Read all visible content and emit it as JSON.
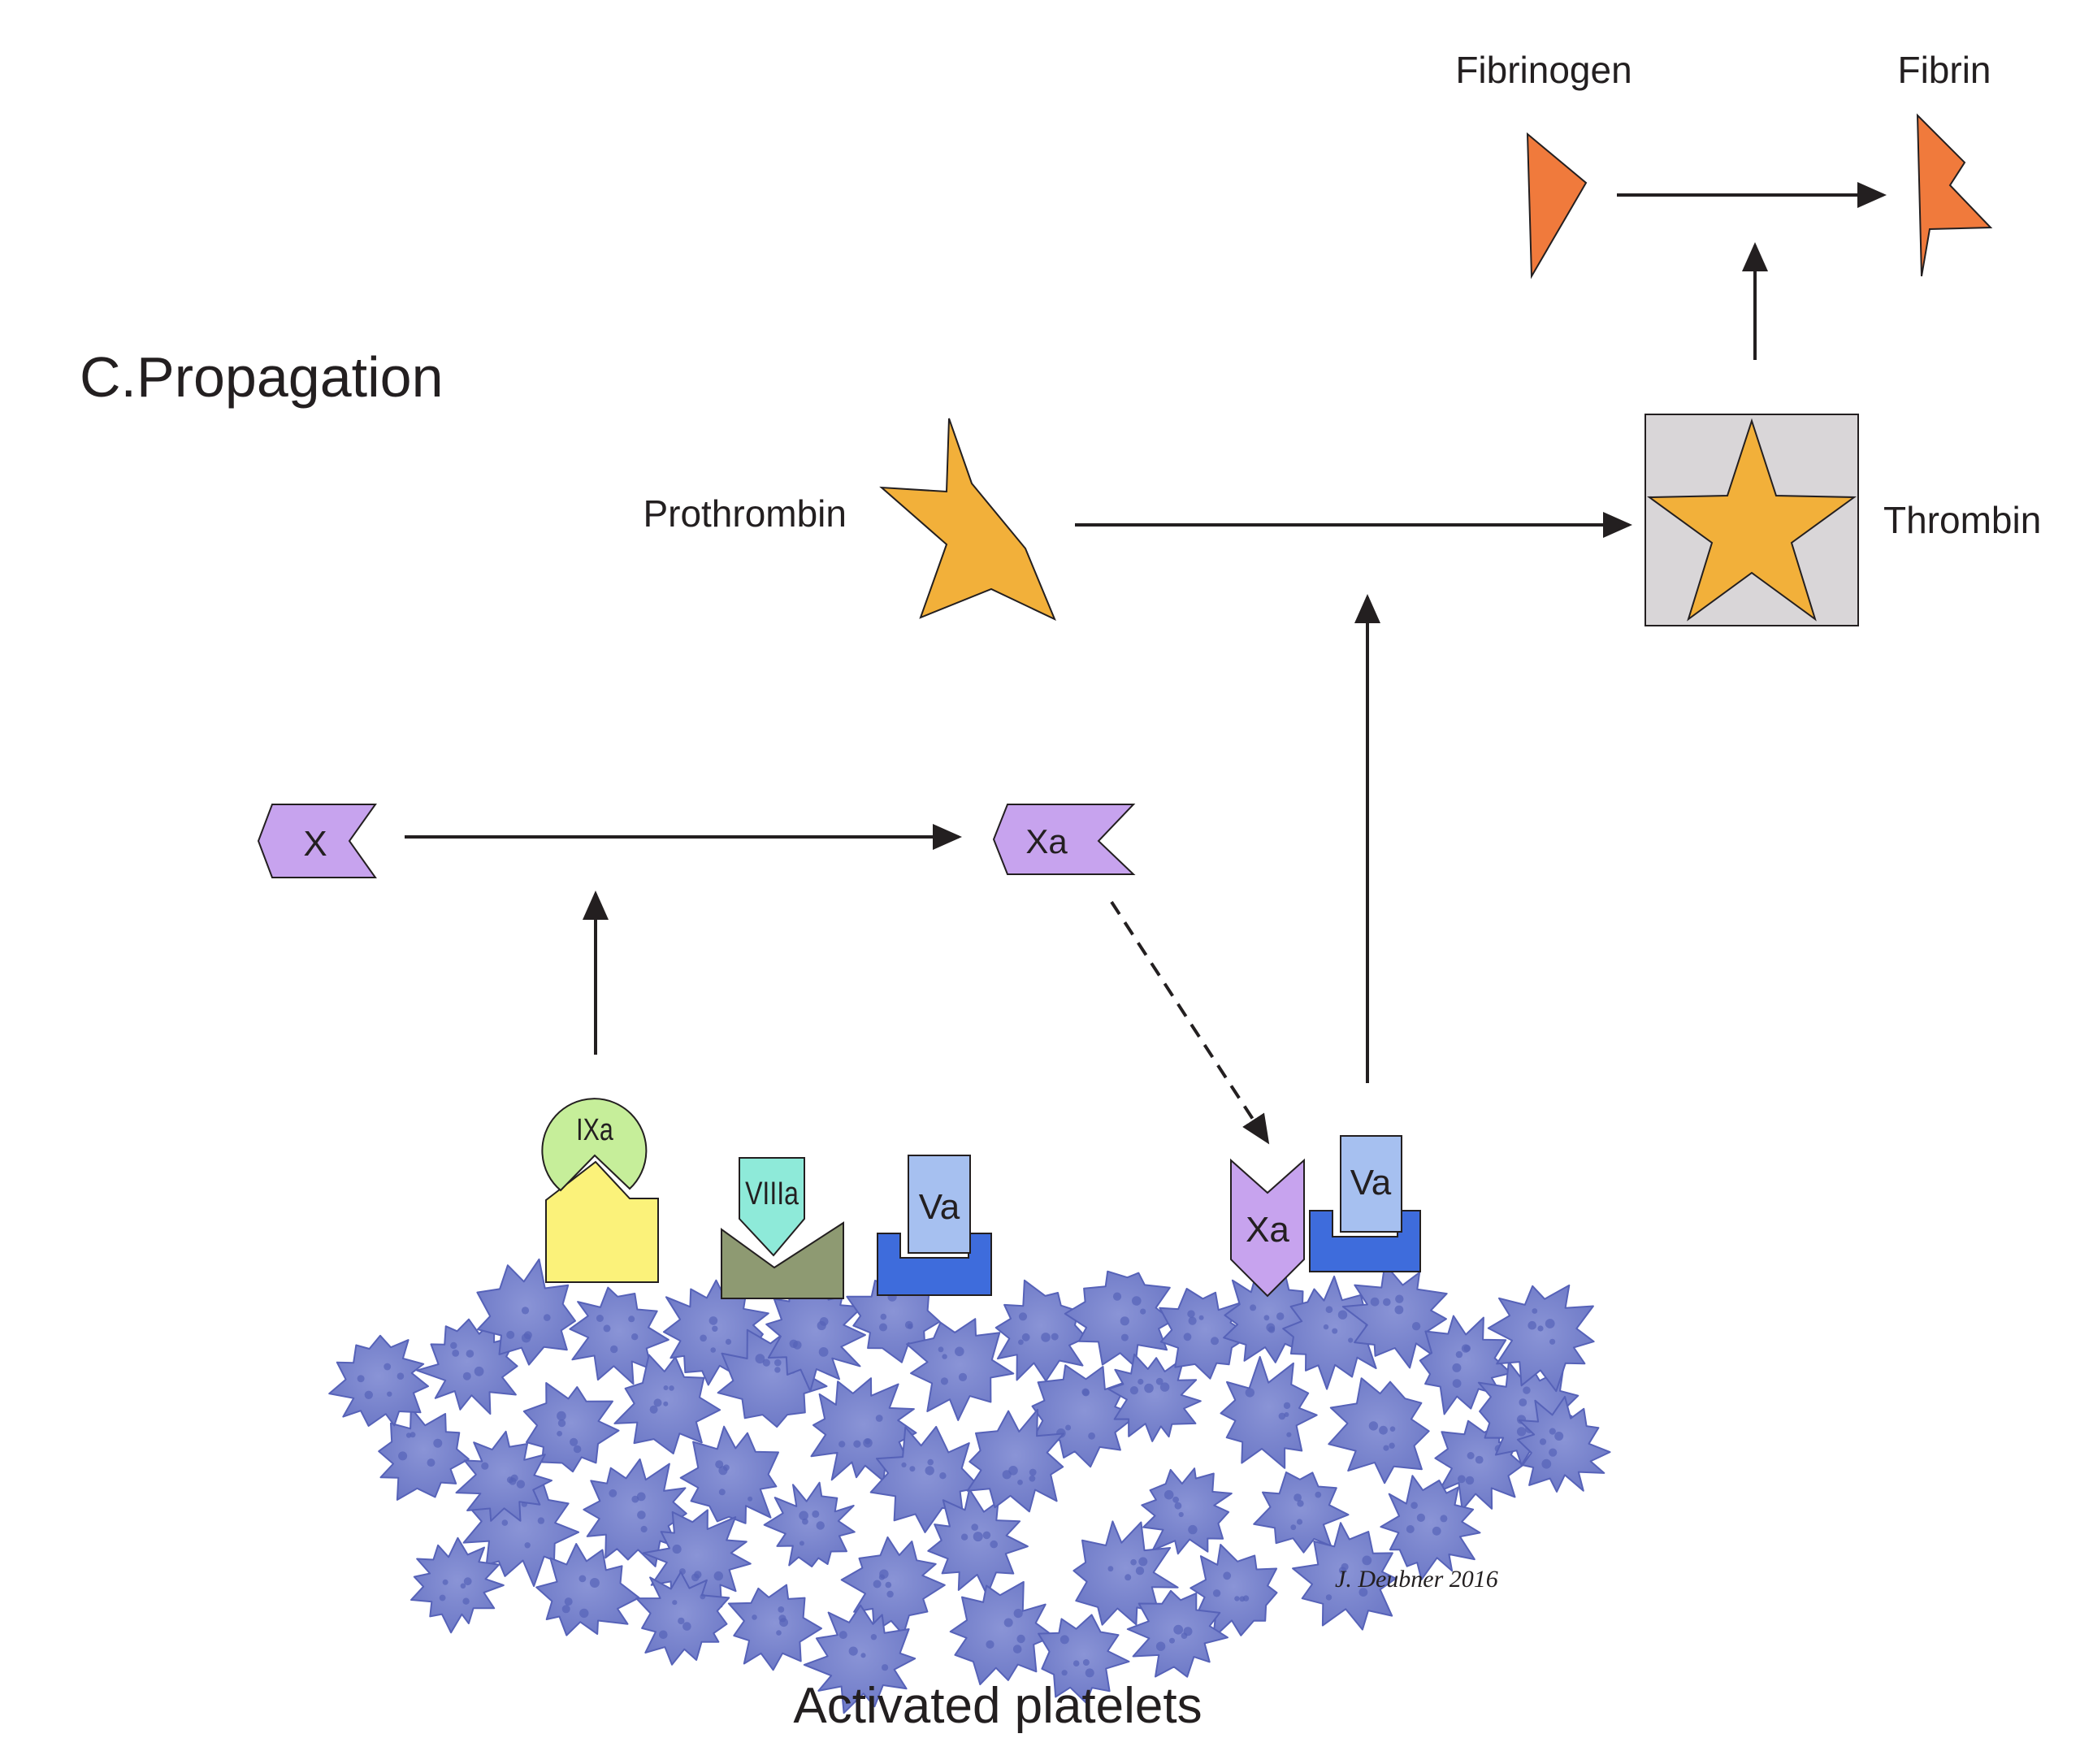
{
  "title": "C.Propagation",
  "colors": {
    "fibrin": "#f07a3c",
    "thrombin_star": "#f2b03a",
    "thrombin_box": "#d9d6d8",
    "factor_x": "#c7a3ee",
    "ixa": "#c6ee9a",
    "ixa_receptor": "#fbf27a",
    "viiia": "#8eead9",
    "viiia_receptor": "#8e9a72",
    "va": "#a6c0f0",
    "va_receptor": "#3e6cdc",
    "platelet": "#7b86cf",
    "platelet_dot": "#5662b8"
  },
  "labels": {
    "fibrinogen": "Fibrinogen",
    "fibrin": "Fibrin",
    "prothrombin": "Prothrombin",
    "thrombin": "Thrombin",
    "x": "X",
    "xa_free": "Xa",
    "ixa": "IXa",
    "viiia": "VIIIa",
    "va_left": "Va",
    "xa_bound": "Xa",
    "va_right": "Va",
    "signature": "J. Deubner 2016",
    "platelets": "Activated platelets"
  }
}
